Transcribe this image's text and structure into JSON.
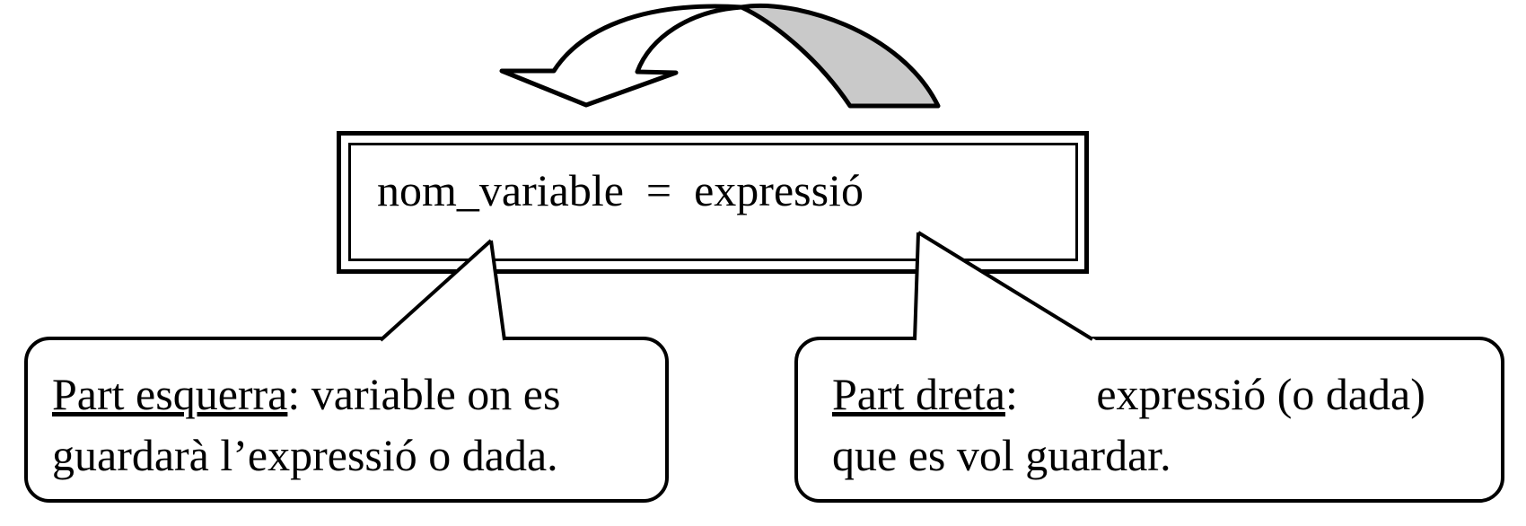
{
  "colors": {
    "stroke": "#000000",
    "arrow_gray_fill": "#c9c9c9",
    "background": "#ffffff"
  },
  "icons": {
    "arrow": "curved-u-turn-arrow"
  },
  "assignment_box": {
    "text": "nom_variable  =  expressió"
  },
  "callouts": [
    {
      "underlined": "Part esquerra",
      "line1_rest": ": variable on es",
      "line2": "guardarà l’expressió o dada."
    },
    {
      "underlined": "Part dreta",
      "line1_rest": ":       expressió (o dada)",
      "line2": "que es vol guardar."
    }
  ]
}
